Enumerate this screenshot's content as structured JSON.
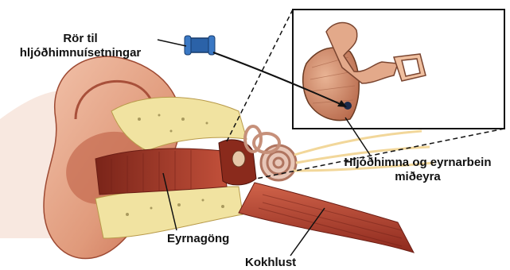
{
  "labels": {
    "tube_line1": "Rör til",
    "tube_line2": "hljóðhimnuísetningar",
    "eardrum_line1": "Hljóðhimna og eyrnarbein",
    "eardrum_line2": "miðeyra",
    "ear_canal": "Eyrnagöng",
    "throat": "Kokhlust"
  },
  "colors": {
    "skin": "#e7a58a",
    "skin_dark": "#b8563d",
    "canal_red": "#9c2f22",
    "bone": "#f1e3a1",
    "muscle": "#b23a2a",
    "tube_blue": "#2b62a8",
    "frame": "#111111"
  }
}
